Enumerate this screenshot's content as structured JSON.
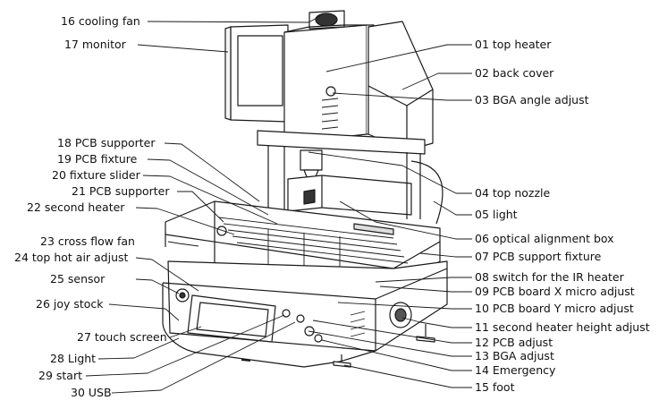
{
  "left_labels": [
    "16 cooling fan",
    "17 monitor",
    "18 PCB supporter",
    "19 PCB fixture",
    "20 fixture slider",
    "21 PCB supporter",
    "22 second  heater",
    "23 cross flow fan",
    "24 top hot air adjust",
    "25 sensor",
    "26 joy stock",
    "27 touch screen",
    "28 Light",
    "29 start",
    "30 USB"
  ],
  "right_labels": [
    "01 top heater",
    "02 back cover",
    "03 BGA angle adjust",
    "04 top nozzle",
    "05 light",
    "06 optical alignment box",
    "07 PCB support fixture",
    "08 switch for the IR heater",
    "09 PCB board X micro adjust",
    "10 PCB board Y micro adjust",
    "11 second heater height adjust",
    "12 PCB adjust",
    "13 BGA adjust",
    "14 Emergency",
    "15 foot"
  ],
  "colors": {
    "line": "#1a1a1a",
    "background": "#ffffff"
  }
}
